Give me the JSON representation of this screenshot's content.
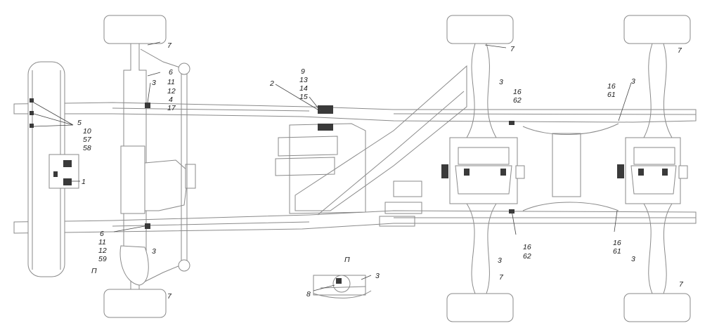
{
  "labels": {
    "l7a": "7",
    "l7b": "7",
    "l7c": "7",
    "l7d": "7",
    "l7e": "7",
    "l7f": "7",
    "l6a": "6",
    "l3a": "3",
    "l11a": "11",
    "l12a": "12",
    "l4a": "4",
    "l17a": "17",
    "l2a": "2",
    "l9a": "9",
    "l13a": "13",
    "l14a": "14",
    "l15a": "15",
    "l3b": "3",
    "l16a": "16",
    "l62a": "62",
    "l16b": "16",
    "l61a": "61",
    "l3c": "3",
    "l5a": "5",
    "l10a": "10",
    "l57a": "57",
    "l58a": "58",
    "l1a": "1",
    "l6b": "6",
    "l11b": "11",
    "l12b": "12",
    "l59a": "59",
    "l3d": "3",
    "lPa": "П",
    "lPb": "П",
    "l3e": "3",
    "l8a": "8",
    "l16c": "16",
    "l62b": "62",
    "l3f": "3",
    "l16d": "16",
    "l61b": "61",
    "l3g": "3"
  }
}
